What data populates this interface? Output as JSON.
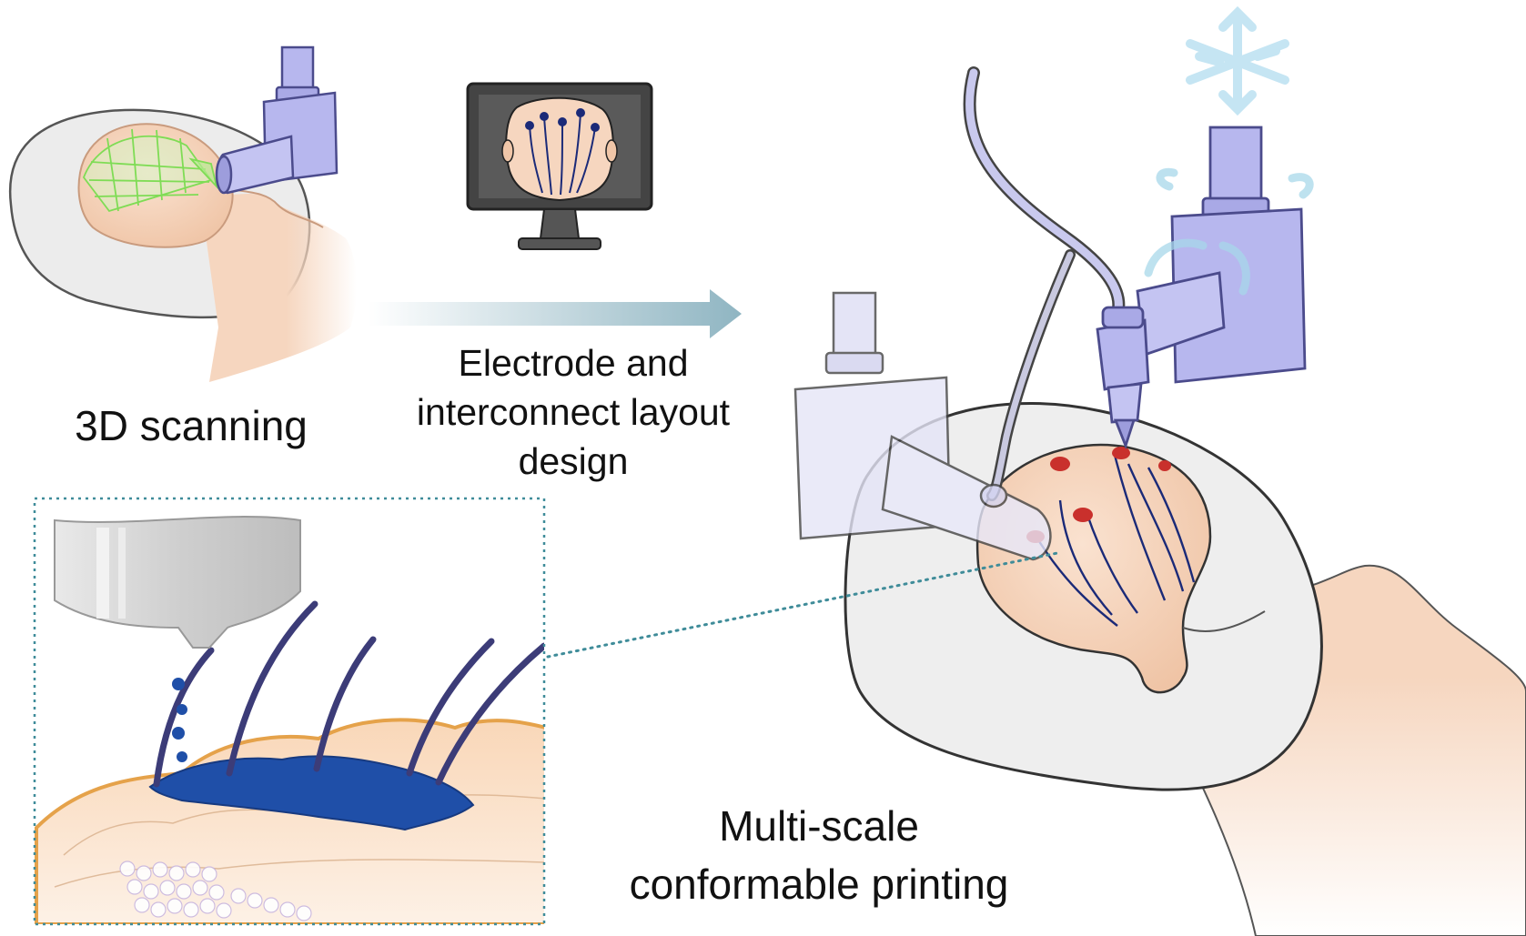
{
  "labels": {
    "scan": "3D scanning",
    "layout_line1": "Electrode and",
    "layout_line2": "interconnect layout",
    "layout_line3": "design",
    "print_line1": "Multi-scale",
    "print_line2": "conformable printing"
  },
  "colors": {
    "skin": "#f6d6bf",
    "skin_edge": "#d9a988",
    "pillow": "#ececec",
    "device": "#b7b7ee",
    "device_edge": "#4b4b8c",
    "electrode": "#c9302c",
    "wire": "#1b2a78",
    "ink": "#1f4fa8",
    "hair": "#3c3c78",
    "scan_grid": "#7fdc55",
    "arrow": "#8fb5c2",
    "snowflake": "#bfe3f2",
    "monitor": "#3a3a3a",
    "inset_border": "#3f8c99"
  },
  "icons": [
    "pillow-icon",
    "head-icon",
    "scanner-icon",
    "scan-grid-icon",
    "monitor-icon",
    "electrode-layout-icon",
    "arrow-right-icon",
    "snowflake-icon",
    "rotation-arrows-icon",
    "print-nozzle-icon",
    "camera-icon",
    "skin-cross-section-icon"
  ]
}
